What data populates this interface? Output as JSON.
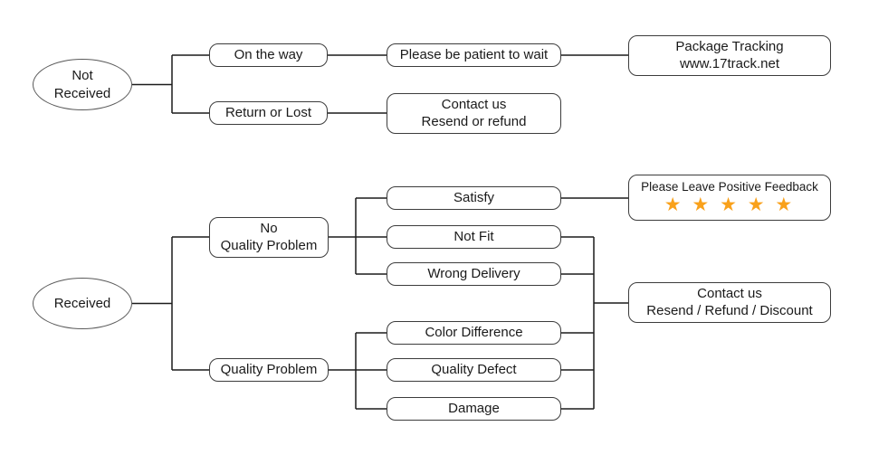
{
  "flowchart": {
    "not_received": {
      "line1": "Not",
      "line2": "Received"
    },
    "on_the_way": {
      "label": "On the way"
    },
    "return_or_lost": {
      "label": "Return or Lost"
    },
    "be_patient": {
      "label": "Please be patient to wait"
    },
    "contact_resend_refund": {
      "line1": "Contact us",
      "line2": "Resend or refund"
    },
    "package_tracking": {
      "line1": "Package Tracking",
      "line2": "www.17track.net"
    },
    "received": {
      "label": "Received"
    },
    "no_quality_problem": {
      "line1": "No",
      "line2": "Quality Problem"
    },
    "quality_problem": {
      "label": "Quality Problem"
    },
    "satisfy": {
      "label": "Satisfy"
    },
    "not_fit": {
      "label": "Not Fit"
    },
    "wrong_delivery": {
      "label": "Wrong Delivery"
    },
    "color_difference": {
      "label": "Color Difference"
    },
    "quality_defect": {
      "label": "Quality Defect"
    },
    "damage": {
      "label": "Damage"
    },
    "positive_feedback": {
      "label": "Please Leave Positive Feedback",
      "stars": "★ ★ ★ ★ ★"
    },
    "contact_discount": {
      "line1": "Contact us",
      "line2": "Resend / Refund / Discount"
    }
  },
  "colors": {
    "star": "#F9A11B",
    "box_border": "#3C3C3C",
    "connector": "#1C1C1C",
    "background": "#FFFFFF"
  }
}
